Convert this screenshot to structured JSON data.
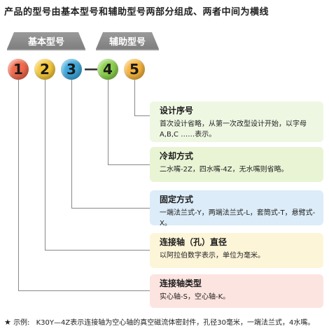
{
  "title": "产品的型号由基本型号和辅助型号两部分组成、两者中间为横线",
  "tabs": {
    "base": "基本型号",
    "aux": "辅助型号"
  },
  "circles": [
    {
      "label": "1",
      "color": "#f06a4d"
    },
    {
      "label": "2",
      "color": "#f4c63a"
    },
    {
      "label": "3",
      "color": "#3ea8dc"
    },
    {
      "label": "4",
      "color": "#8ccf4d"
    },
    {
      "label": "5",
      "color": "#f5b33d"
    }
  ],
  "dash": "—",
  "boxes": [
    {
      "title": "设计序号",
      "desc": "首次设计省略，从第一次改型设计开始，以字母A,B,C ……表示。",
      "bg": "#eef7e2"
    },
    {
      "title": "冷却方式",
      "desc": "二水嘴-2Z，四水嘴-4Z，无水嘴则省略。",
      "bg": "#e8f4d4"
    },
    {
      "title": "固定方式",
      "desc": "一端法兰式-Y，两端法兰式-L，套筒式-T，悬臂式-X。",
      "bg": "#dcecf8"
    },
    {
      "title": "连接轴（孔）直径",
      "desc": "以阿拉伯数字表示，单位为毫米。",
      "bg": "#fdf5d8"
    },
    {
      "title": "连接轴类型",
      "desc": "实心轴-S，空心轴-K。",
      "bg": "#fce4e0"
    }
  ],
  "example": {
    "star": "★",
    "label": "示例:",
    "text": "K30Y—4Z表示连接轴为空心轴的真空磁流体密封件，孔径30毫米，一端法兰式，4水嘴。"
  }
}
